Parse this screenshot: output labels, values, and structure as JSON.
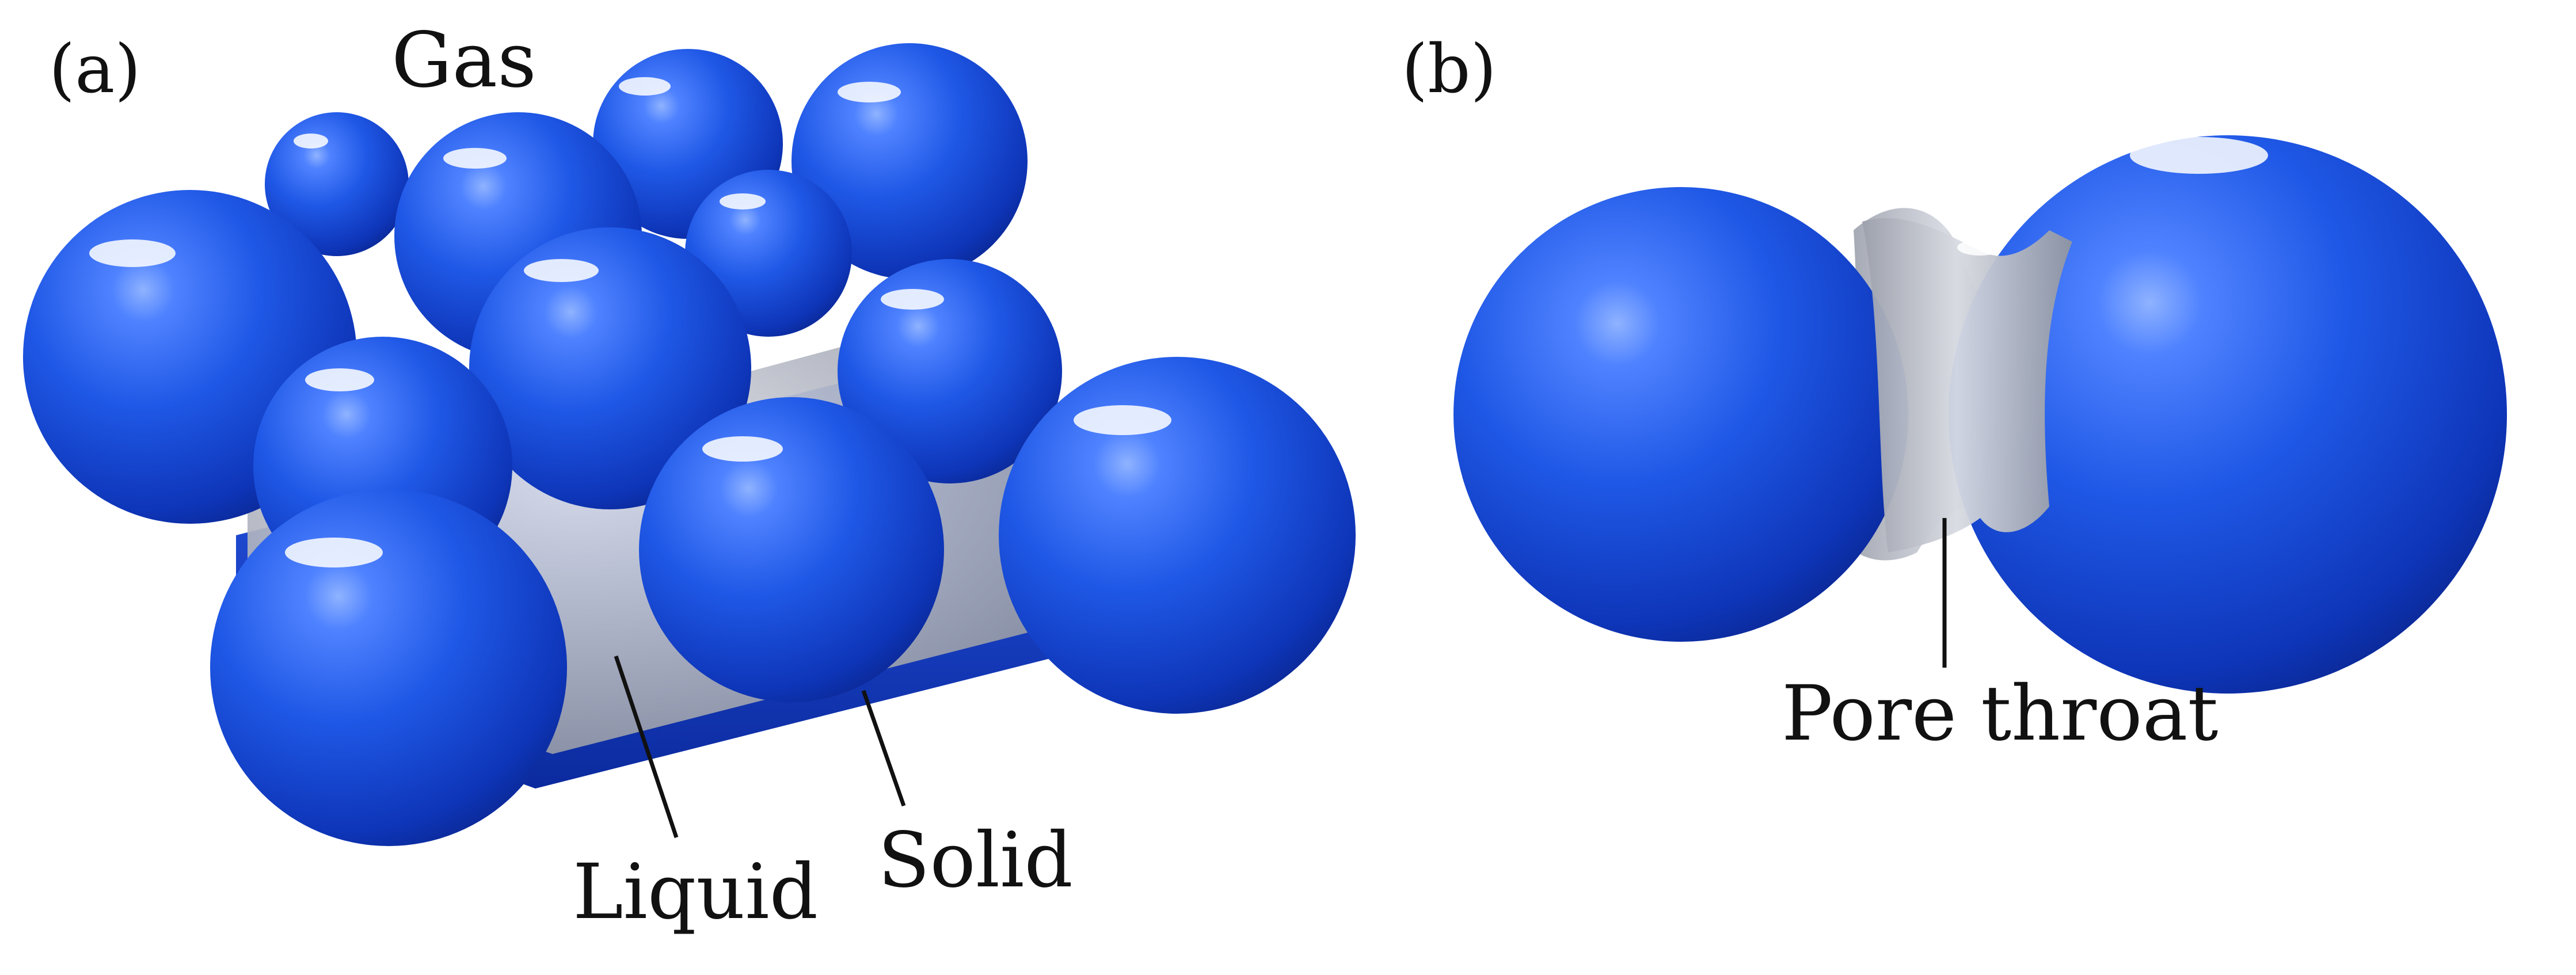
{
  "panels": [
    {
      "label": "(a)",
      "annotations": {
        "gas": "Gas",
        "liquid": "Liquid",
        "solid": "Solid"
      }
    },
    {
      "label": "(b)",
      "annotations": {
        "pore_throat": "Pore throat"
      }
    }
  ],
  "colors": {
    "sphere": "#1f58e6",
    "sphere_dark": "#0b2aa8",
    "sphere_light": "#5b8dff",
    "liquid": "#a9adb8",
    "solid_plate": "#1840d0",
    "text": "#111111",
    "background": "#ffffff"
  }
}
